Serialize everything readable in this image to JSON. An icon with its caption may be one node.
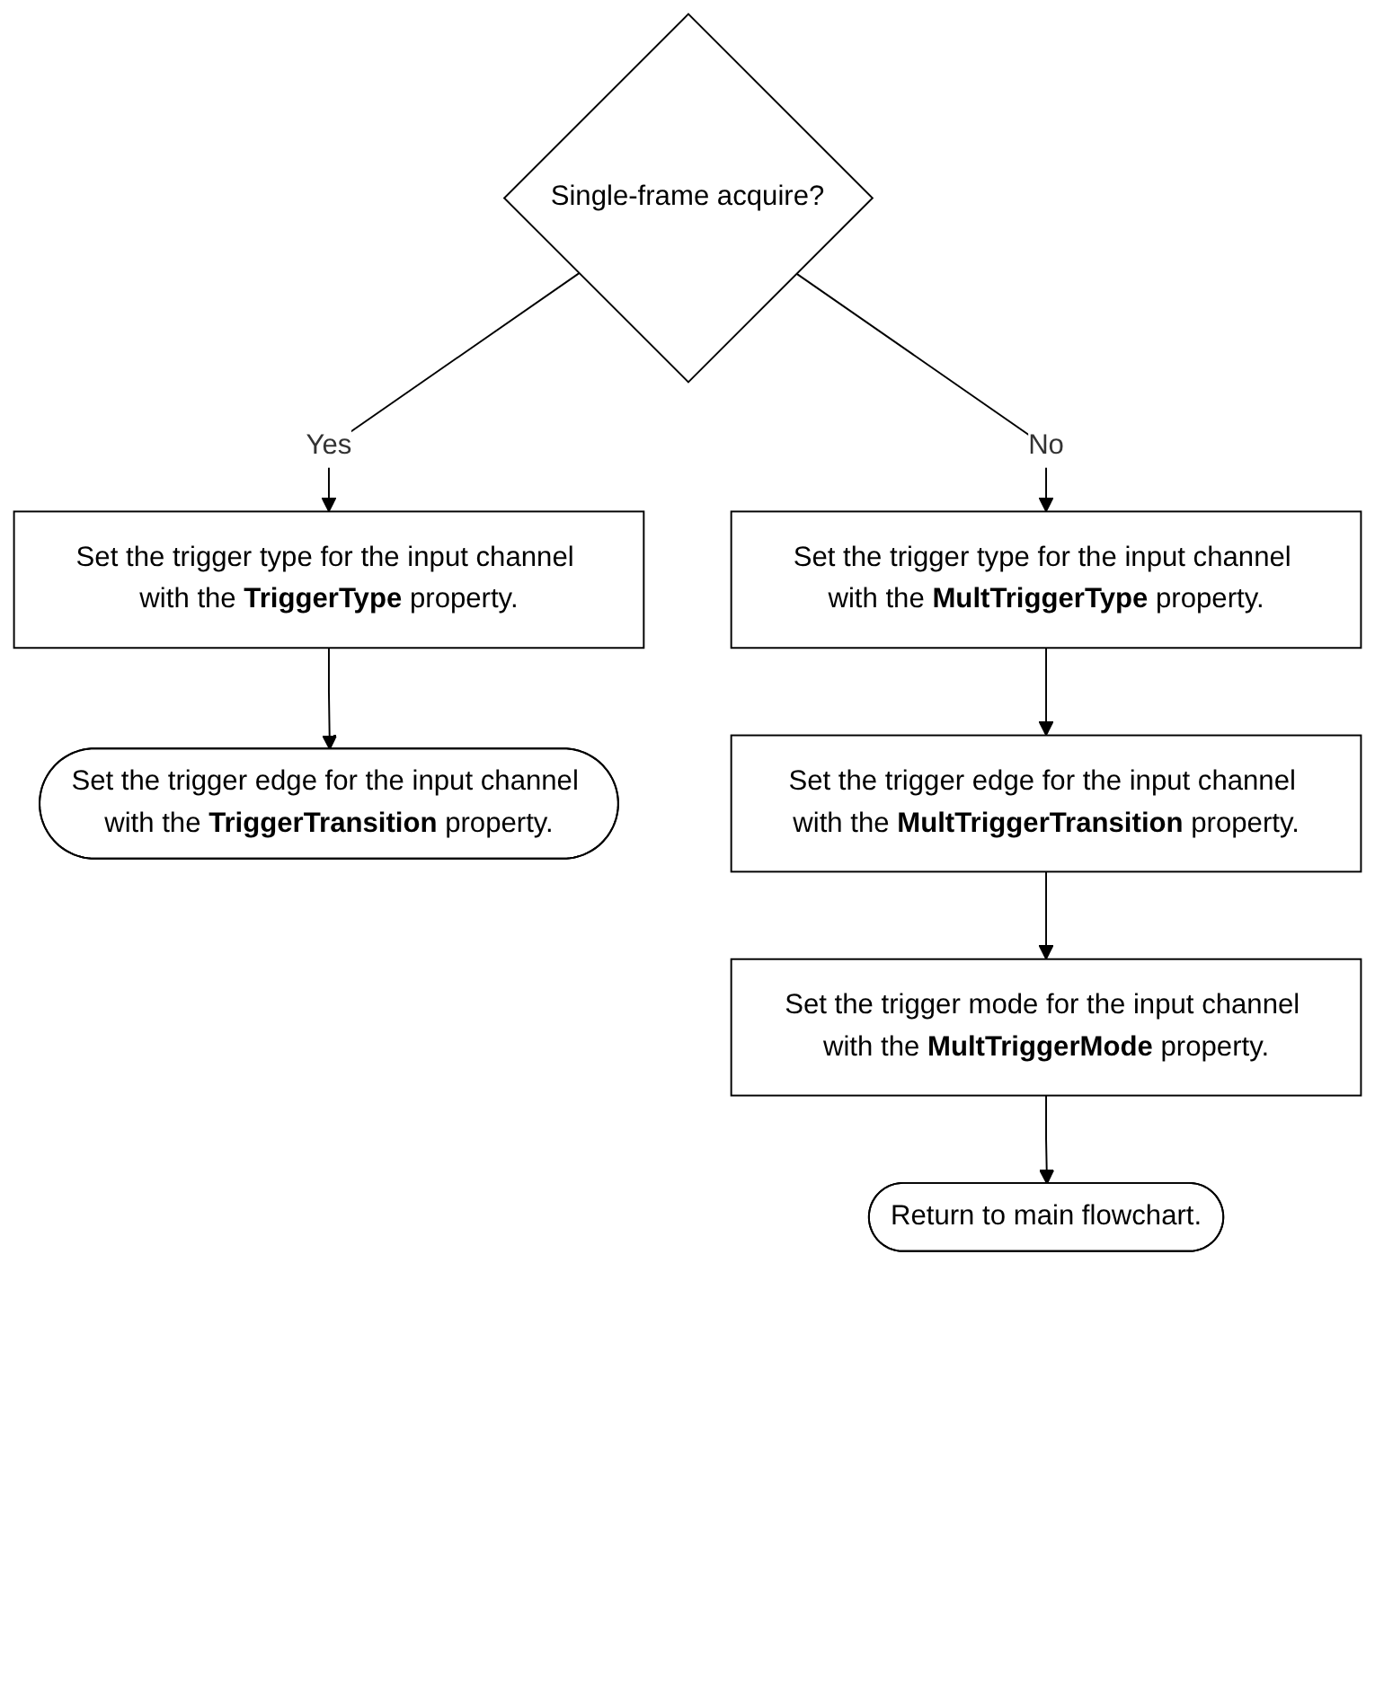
{
  "diagram": {
    "nodes": [
      {
        "text": [
          "Single-frame acquire?"
        ]
      },
      {
        "text": [
          "Set the trigger type for the input channel with the **TriggerType** property."
        ]
      },
      {
        "text": [
          "Set the trigger edge for the input channel with the **TriggerTransition** property."
        ]
      },
      {
        "text": [
          "Set the trigger type for the input channel with the **MultTriggerType** property."
        ]
      },
      {
        "text": [
          "Set the trigger edge for the input channel with the **MultTriggerTransition** property."
        ]
      },
      {
        "text": [
          "Set the trigger mode for the input channel with the **MultTriggerMode** property."
        ]
      },
      {
        "text": [
          "Return to main flowchart."
        ]
      }
    ],
    "edges": [
      {
        "from": 0,
        "to": 1,
        "arrow": "to",
        "label": "Yes"
      },
      {
        "from": 1,
        "to": 2,
        "arrow": "to"
      },
      {
        "from": 0,
        "to": 3,
        "arrow": "to",
        "label": "No"
      },
      {
        "from": 3,
        "to": 4,
        "arrow": "to"
      },
      {
        "from": 4,
        "to": 5,
        "arrow": "to"
      },
      {
        "from": 5,
        "to": 6,
        "arrow": "to"
      }
    ]
  }
}
